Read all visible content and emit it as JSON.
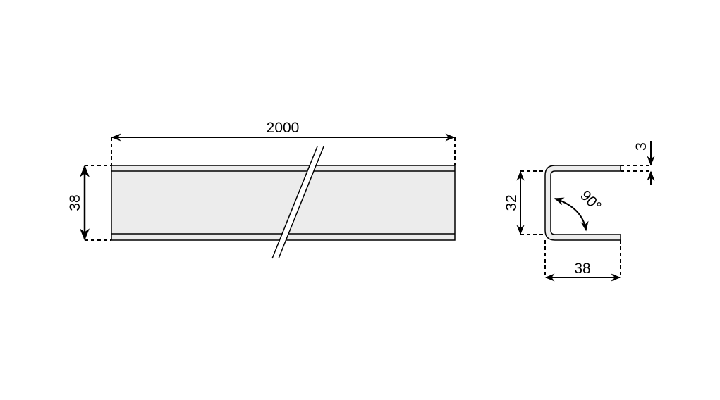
{
  "colors": {
    "fill": "#ececec",
    "stroke": "#000000"
  },
  "side_view": {
    "length_label": "2000",
    "width_label": "38"
  },
  "profile_view": {
    "height_label": "32",
    "width_label": "38",
    "thickness_label": "3",
    "angle_label": "90°"
  }
}
